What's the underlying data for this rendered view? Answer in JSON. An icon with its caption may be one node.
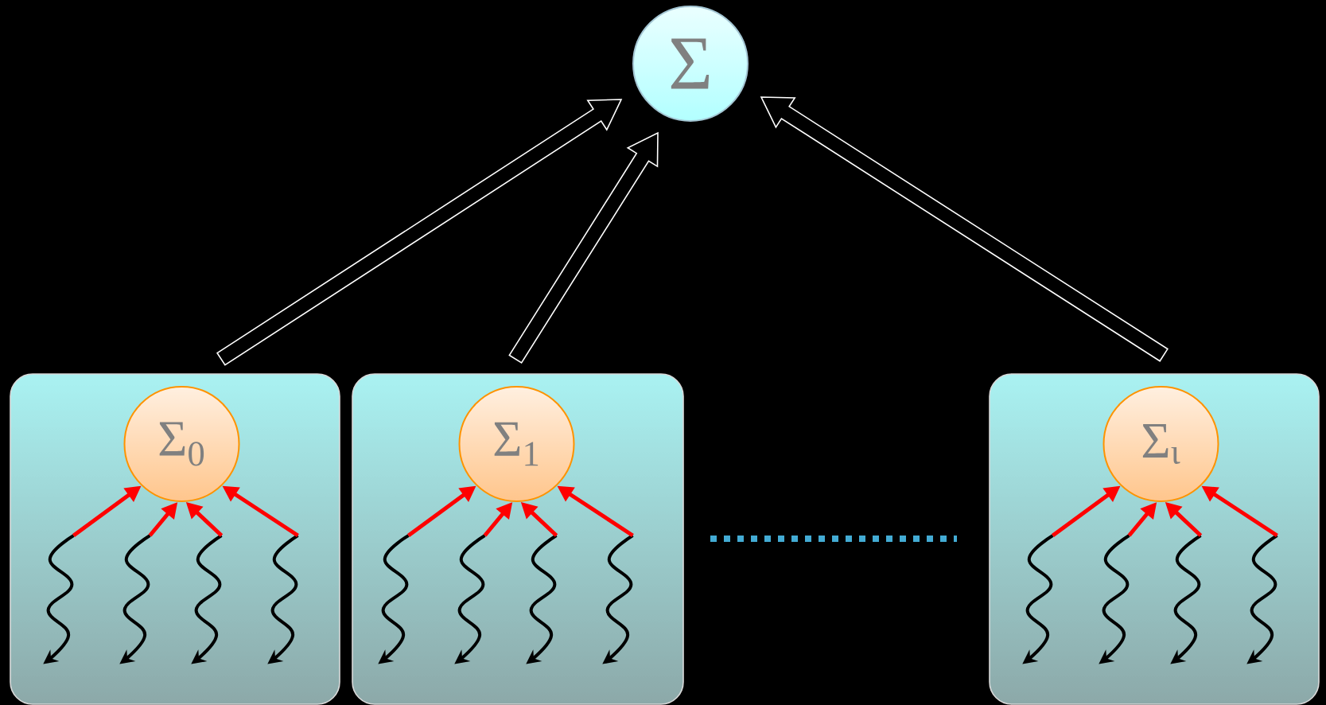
{
  "diagram": {
    "nodes": [
      {
        "text": [
          "Σ"
        ]
      },
      {
        "text": [],
        "shape": "box"
      },
      {
        "text": [
          "Σ$_{0}$"
        ],
        "in": 1
      },
      {
        "text": [],
        "shape": "box"
      },
      {
        "text": [
          "Σ$_{1}$"
        ],
        "in": 3
      },
      {
        "text": [],
        "shape": "box"
      },
      {
        "text": [
          "Σ$_{ι}$"
        ],
        "in": 5
      }
    ],
    "edges": [
      {
        "from": 1,
        "to": 0,
        "arrow": "to",
        "color": "#ffffff"
      },
      {
        "from": 3,
        "to": 0,
        "arrow": "to",
        "color": "#ffffff"
      },
      {
        "from": 5,
        "to": 0,
        "arrow": "to",
        "color": "#ffffff"
      },
      {
        "from": null,
        "to": 2,
        "arrow": "to"
      },
      {
        "from": null,
        "to": 2,
        "arrow": "to"
      },
      {
        "from": null,
        "to": 2,
        "arrow": "to"
      },
      {
        "from": null,
        "to": 2,
        "arrow": "to"
      },
      {
        "from": null,
        "to": 4,
        "arrow": "to"
      },
      {
        "from": null,
        "to": 4,
        "arrow": "to"
      },
      {
        "from": null,
        "to": 4,
        "arrow": "to"
      },
      {
        "from": null,
        "to": 4,
        "arrow": "to"
      },
      {
        "from": null,
        "to": 6,
        "arrow": "to"
      },
      {
        "from": null,
        "to": 6,
        "arrow": "to"
      },
      {
        "from": null,
        "to": 6,
        "arrow": "to"
      },
      {
        "from": null,
        "to": 6,
        "arrow": "to"
      }
    ]
  }
}
